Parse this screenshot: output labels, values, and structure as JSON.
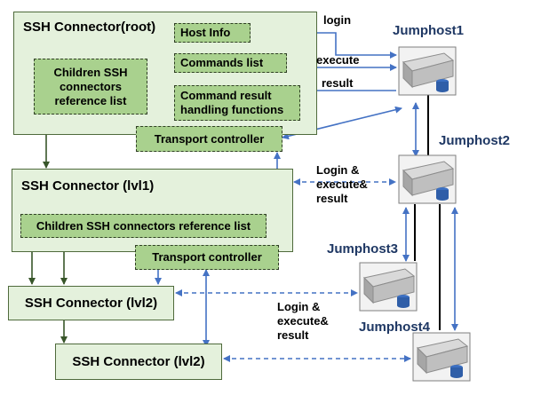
{
  "root": {
    "title": "SSH Connector(root)",
    "host_info": "Host Info",
    "commands_list": "Commands list",
    "children_ref": "Children SSH connectors reference list",
    "result_handling": "Command result handling functions",
    "transport": "Transport controller"
  },
  "lvl1": {
    "title": "SSH Connector (lvl1)",
    "children_ref": "Children SSH connectors reference list",
    "transport": "Transport controller"
  },
  "lvl2a": {
    "title": "SSH Connector (lvl2)"
  },
  "lvl2b": {
    "title": "SSH Connector (lvl2)"
  },
  "labels": {
    "login": "login",
    "execute": "execute",
    "result": "result",
    "login_execute_result_1": "Login & execute& result",
    "login_execute_result_2": "Login & execute& result"
  },
  "hosts": {
    "jumphost1": "Jumphost1",
    "jumphost2": "Jumphost2",
    "jumphost3": "Jumphost3",
    "jumphost4": "Jumphost4"
  },
  "colors": {
    "outer_fill": "#e4f1dc",
    "inner_fill": "#a9d18e",
    "arrow_blue": "#4472c4",
    "arrow_dark": "#38562a",
    "host_label": "#1f3864"
  }
}
